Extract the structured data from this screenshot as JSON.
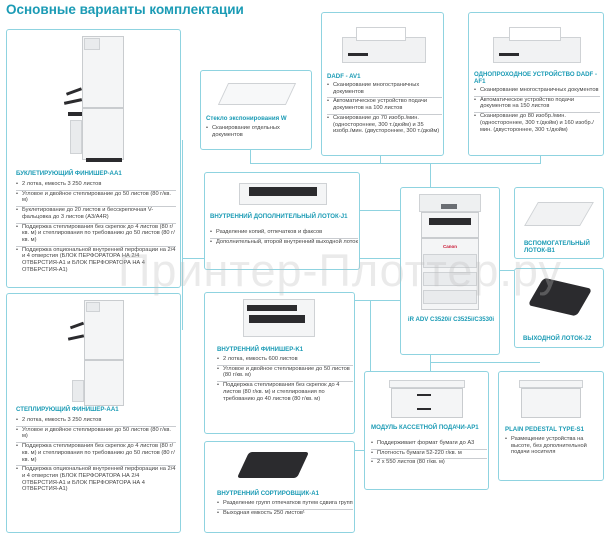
{
  "page": {
    "title": "Основные варианты комплектации",
    "watermark": "Принтер-Плоттер.ру"
  },
  "colors": {
    "accent": "#1b9bb5",
    "border": "#8fd3e0",
    "text": "#444444"
  },
  "booklet_finisher": {
    "title": "БУКЛЕТИРУЮЩИЙ ФИНИШЕР-АА1",
    "items": [
      "2 лотка, емкость 3 250 листов",
      "Угловое и двойное степлирование до 50 листов (80 г/кв. м)",
      "Буклетирование до 20 листов и бесскрепочная V-фальцовка до 3 листов (А3/А4R)",
      "Поддержка степлирования без скрепок до 4 листов (80 г/кв. м) и степлирования по требованию до 50 листов (80 г/кв. м)",
      "Поддержка опциональной внутренней перфорации на 2/4 и 4 отверстия (БЛОК ПЕРФОРАТОРА НА 2/4 ОТВЕРСТИЯ-А1 и БЛОК ПЕРФОРАТОРА НА 4 ОТВЕРСТИЯ-А1)"
    ]
  },
  "staple_finisher": {
    "title": "СТЕПЛИРУЮЩИЙ ФИНИШЕР-АА1",
    "items": [
      "2 лотка, емкость 3 250 листов",
      "Угловое и двойное степлирование до 50 листов (80 г/кв. м)",
      "Поддержка степлирования без скрепок до 4 листов (80 г/кв. м) и степлирования по требованию до 50 листов (80 г/кв. м)",
      "Поддержка опциональной внутренней перфорации на 2/4 и 4 отверстия (БЛОК ПЕРФОРАТОРА НА 2/4 ОТВЕРСТИЯ-А1 и БЛОК ПЕРФОРАТОРА НА 4 ОТВЕРСТИЯ-А1)"
    ]
  },
  "platen_glass": {
    "title": "Стекло экспонирования W",
    "items": [
      "Сканирование отдельных документов"
    ]
  },
  "dadf_av1": {
    "title": "DADF - AV1",
    "items": [
      "Сканирование многостраничных документов",
      "Автоматическое устройство подачи документов на 100 листов",
      "Сканирование до 70 изобр./мин. (одностороннее, 300 т./дюйм) и 35 изобр./мин. (двустороннее, 300 т./дюйм)"
    ]
  },
  "dadf_af1": {
    "title": "ОДНОПРОХОДНОЕ УСТРОЙСТВО DADF - AF1",
    "items": [
      "Сканирование многостраничных документов",
      "Автоматическое устройство подачи документов на 150 листов",
      "Сканирование до 80 изобр./мин. (одностороннее, 300 т./дюйм) и 160 изобр./мин. (двустороннее, 300 т./дюйм)"
    ]
  },
  "inner_tray_j1": {
    "title": "ВНУТРЕННИЙ ДОПОЛНИТЕЛЬНЫЙ ЛОТОК-J1",
    "items": [
      "Разделение копий, отпечатков и факсов",
      "Дополнительный, второй внутренний выходной лоток"
    ]
  },
  "main_unit": {
    "brand": "Canon",
    "title": "iR ADV C3520i/ C3525i/C3530i"
  },
  "aux_tray_b1": {
    "title": "ВСПОМОГАТЕЛЬНЫЙ ЛОТОК-B1"
  },
  "output_tray_j2": {
    "title": "ВЫХОДНОЙ ЛОТОК-J2"
  },
  "inner_finisher_k1": {
    "title": "ВНУТРЕННИЙ ФИНИШЕР-K1",
    "items": [
      "2 лотка, емкость 600 листов",
      "Угловое и двойное степлирование до 50 листов (80 г/кв. м)",
      "Поддержка степлирования без скрепок до 4 листов (80 г/кв. м) и степлирования по требованию до 40 листов (80 г/кв. м)"
    ]
  },
  "inner_sorter_a1": {
    "title": "ВНУТРЕННИЙ СОРТИРОВЩИК-А1",
    "items": [
      "Разделение групп отпечатков путем сдвига групп",
      "Выходная емкость 250 листов¹"
    ]
  },
  "cassette_module": {
    "title": "МОДУЛЬ КАССЕТНОЙ ПОДАЧИ-AP1",
    "items": [
      "Поддерживает формат бумаги до А3",
      "Плотность бумаги 52-220 г/кв. м",
      "2 x 550 листов (80 г/кв. м)"
    ]
  },
  "plain_pedestal": {
    "title": "PLAIN PEDESTAL TYPE-S1",
    "items": [
      "Размещение устройства на высоте, без дополнительной подачи носителя"
    ]
  }
}
